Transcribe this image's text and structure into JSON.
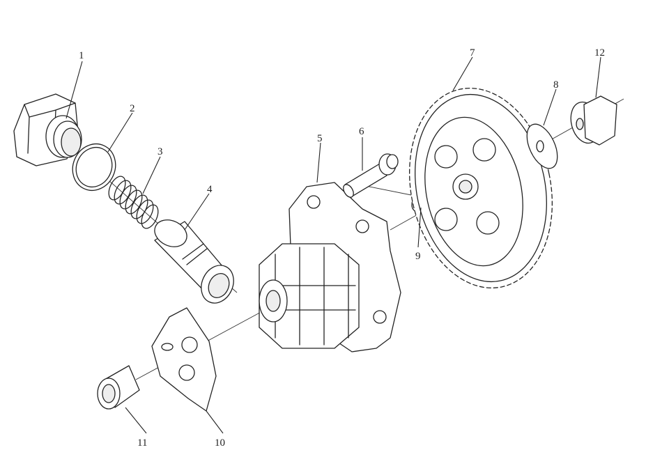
{
  "diagram": {
    "parts": [
      {
        "id": "1",
        "name": "hex-plug"
      },
      {
        "id": "2",
        "name": "o-ring"
      },
      {
        "id": "3",
        "name": "spring"
      },
      {
        "id": "4",
        "name": "relief-valve-piston"
      },
      {
        "id": "5",
        "name": "oil-pump-body"
      },
      {
        "id": "6",
        "name": "flange-bolt"
      },
      {
        "id": "7",
        "name": "pump-drive-gear"
      },
      {
        "id": "8",
        "name": "washer"
      },
      {
        "id": "9",
        "name": "dowel-pin"
      },
      {
        "id": "10",
        "name": "pump-cover-plate"
      },
      {
        "id": "11",
        "name": "bushing"
      },
      {
        "id": "12",
        "name": "flange-nut"
      }
    ],
    "colors": {
      "line": "#222222",
      "background": "#ffffff"
    }
  }
}
